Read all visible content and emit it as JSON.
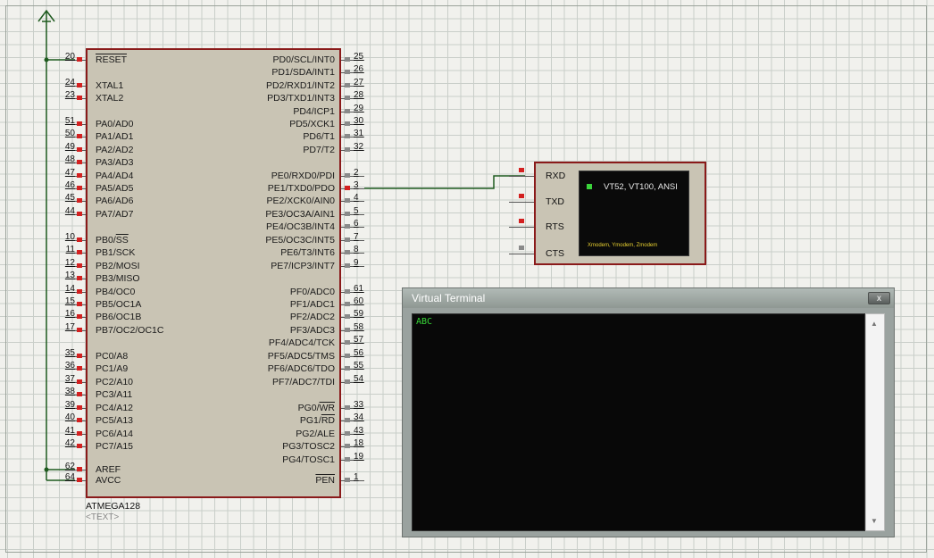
{
  "chip": {
    "name": "ATMEGA128",
    "text_placeholder": "<TEXT>",
    "left_pins": [
      {
        "num": "20",
        "label": "RESET",
        "overline": true
      },
      {
        "num": "24",
        "label": "XTAL1"
      },
      {
        "num": "23",
        "label": "XTAL2"
      },
      {
        "num": "51",
        "label": "PA0/AD0"
      },
      {
        "num": "50",
        "label": "PA1/AD1"
      },
      {
        "num": "49",
        "label": "PA2/AD2"
      },
      {
        "num": "48",
        "label": "PA3/AD3"
      },
      {
        "num": "47",
        "label": "PA4/AD4"
      },
      {
        "num": "46",
        "label": "PA5/AD5"
      },
      {
        "num": "45",
        "label": "PA6/AD6"
      },
      {
        "num": "44",
        "label": "PA7/AD7"
      },
      {
        "num": "10",
        "label": "PB0/SS"
      },
      {
        "num": "11",
        "label": "PB1/SCK"
      },
      {
        "num": "12",
        "label": "PB2/MOSI"
      },
      {
        "num": "13",
        "label": "PB3/MISO"
      },
      {
        "num": "14",
        "label": "PB4/OC0"
      },
      {
        "num": "15",
        "label": "PB5/OC1A"
      },
      {
        "num": "16",
        "label": "PB6/OC1B"
      },
      {
        "num": "17",
        "label": "PB7/OC2/OC1C"
      },
      {
        "num": "35",
        "label": "PC0/A8"
      },
      {
        "num": "36",
        "label": "PC1/A9"
      },
      {
        "num": "37",
        "label": "PC2/A10"
      },
      {
        "num": "38",
        "label": "PC3/A11"
      },
      {
        "num": "39",
        "label": "PC4/A12"
      },
      {
        "num": "40",
        "label": "PC5/A13"
      },
      {
        "num": "41",
        "label": "PC6/A14"
      },
      {
        "num": "42",
        "label": "PC7/A15"
      },
      {
        "num": "62",
        "label": "AREF"
      },
      {
        "num": "64",
        "label": "AVCC"
      }
    ],
    "right_pins": [
      {
        "num": "25",
        "label": "PD0/SCL/INT0"
      },
      {
        "num": "26",
        "label": "PD1/SDA/INT1"
      },
      {
        "num": "27",
        "label": "PD2/RXD1/INT2"
      },
      {
        "num": "28",
        "label": "PD3/TXD1/INT3"
      },
      {
        "num": "29",
        "label": "PD4/ICP1"
      },
      {
        "num": "30",
        "label": "PD5/XCK1"
      },
      {
        "num": "31",
        "label": "PD6/T1"
      },
      {
        "num": "32",
        "label": "PD7/T2"
      },
      {
        "num": "2",
        "label": "PE0/RXD0/PDI"
      },
      {
        "num": "3",
        "label": "PE1/TXD0/PDO"
      },
      {
        "num": "4",
        "label": "PE2/XCK0/AIN0"
      },
      {
        "num": "5",
        "label": "PE3/OC3A/AIN1"
      },
      {
        "num": "6",
        "label": "PE4/OC3B/INT4"
      },
      {
        "num": "7",
        "label": "PE5/OC3C/INT5"
      },
      {
        "num": "8",
        "label": "PE6/T3/INT6"
      },
      {
        "num": "9",
        "label": "PE7/ICP3/INT7"
      },
      {
        "num": "61",
        "label": "PF0/ADC0"
      },
      {
        "num": "60",
        "label": "PF1/ADC1"
      },
      {
        "num": "59",
        "label": "PF2/ADC2"
      },
      {
        "num": "58",
        "label": "PF3/ADC3"
      },
      {
        "num": "57",
        "label": "PF4/ADC4/TCK"
      },
      {
        "num": "56",
        "label": "PF5/ADC5/TMS"
      },
      {
        "num": "55",
        "label": "PF6/ADC6/TDO"
      },
      {
        "num": "54",
        "label": "PF7/ADC7/TDI"
      },
      {
        "num": "33",
        "label": "PG0/WR"
      },
      {
        "num": "34",
        "label": "PG1/RD"
      },
      {
        "num": "43",
        "label": "PG2/ALE"
      },
      {
        "num": "18",
        "label": "PG3/TOSC2"
      },
      {
        "num": "19",
        "label": "PG4/TOSC1"
      },
      {
        "num": "1",
        "label": "PEN"
      }
    ]
  },
  "vt_device": {
    "pins": [
      "RXD",
      "TXD",
      "RTS",
      "CTS"
    ],
    "screen_top": "VT52, VT100, ANSI",
    "screen_bottom": "Xmodem, Ymodem, Zmodem"
  },
  "terminal_window": {
    "title": "Virtual Terminal",
    "close_label": "x",
    "output": "ABC"
  },
  "colors": {
    "wire": "#1e5a1e",
    "pin_active": "#d32020",
    "component_border": "#8a1a1a"
  }
}
